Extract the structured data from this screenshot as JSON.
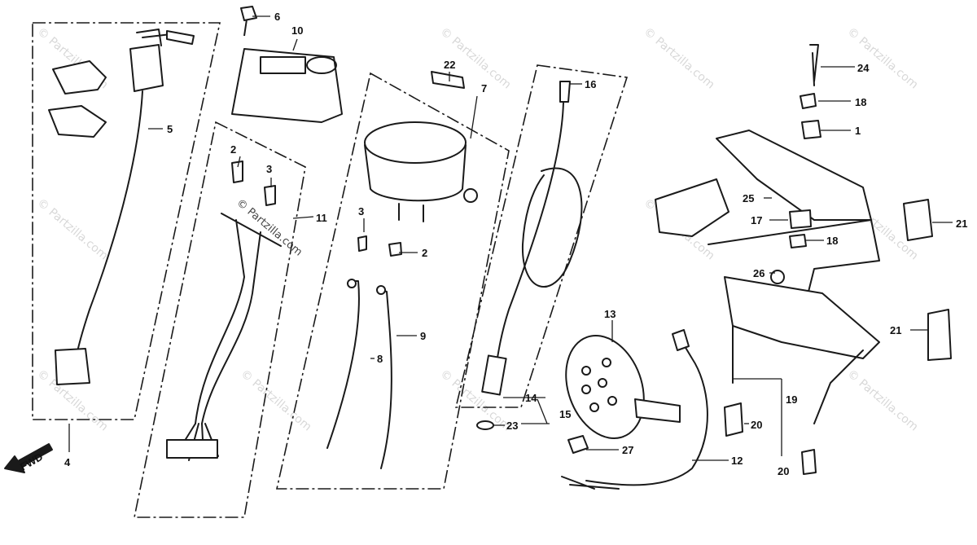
{
  "diagram": {
    "callouts": [
      "1",
      "2",
      "2",
      "3",
      "3",
      "4",
      "5",
      "6",
      "7",
      "8",
      "9",
      "10",
      "11",
      "12",
      "13",
      "14",
      "15",
      "16",
      "17",
      "18",
      "18",
      "19",
      "20",
      "20",
      "21",
      "21",
      "22",
      "23",
      "24",
      "25",
      "26",
      "27"
    ],
    "direction_label": "FWD",
    "watermark": "© Partzilla.com"
  }
}
